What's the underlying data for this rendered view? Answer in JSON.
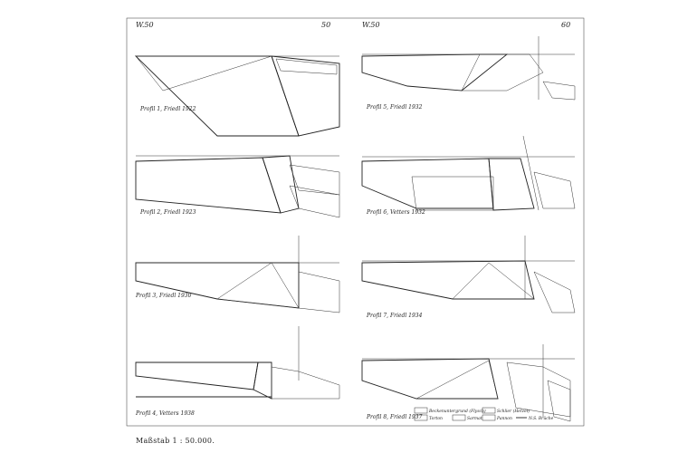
{
  "header": {
    "left_tag": "W.50",
    "left_num": "50",
    "right_tag": "W.50",
    "right_num": "60"
  },
  "profiles": [
    {
      "label": "Profil 1, Friedl 1922"
    },
    {
      "label": "Profil 2, Friedl 1923"
    },
    {
      "label": "Profil 3, Friedl 1930"
    },
    {
      "label": "Profil 4, Vetters 1938"
    },
    {
      "label": "Profil 5, Friedl 1932"
    },
    {
      "label": "Profil 6, Vetters 1932"
    },
    {
      "label": "Profil 7, Friedl 1934"
    },
    {
      "label": "Profil 8, Friedl 1937"
    }
  ],
  "legend": [
    {
      "text": "Beckenuntergrund (Flysch)",
      "pattern": "brick"
    },
    {
      "text": "Torton",
      "pattern": "dash"
    },
    {
      "text": "Sarmat",
      "pattern": "dark"
    },
    {
      "text": "Schlier (Helvet)",
      "pattern": "dots"
    },
    {
      "text": "Pannon",
      "pattern": "wave"
    },
    {
      "text": "N.S. Brüche",
      "pattern": "line"
    }
  ],
  "scale_label": "Maßstab 1 : 50.000."
}
